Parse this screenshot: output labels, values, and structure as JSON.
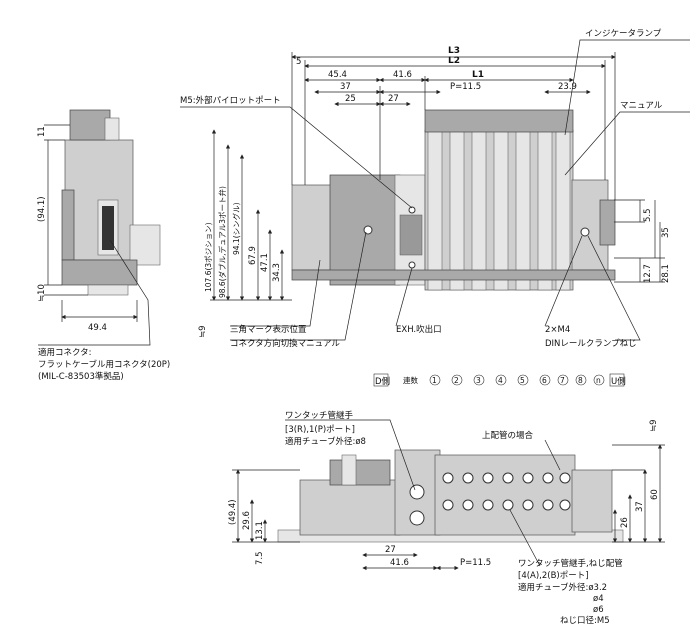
{
  "side_view": {
    "dims": {
      "height_total": "(94.1)",
      "top": "11",
      "bottom": "≒10",
      "width": "49.4"
    },
    "connector_label_1": "適用コネクタ:",
    "connector_label_2": "フラットケーブル用コネクタ(20P)",
    "connector_label_3": "(MIL-C-83503準拠品)"
  },
  "front_view": {
    "dims": {
      "L3": "L3",
      "L2": "L2",
      "L1": "L1",
      "d5": "5",
      "d45_4": "45.4",
      "d37": "37",
      "d41_6": "41.6",
      "d25": "25",
      "d27": "27",
      "pitch": "P=11.5",
      "d23_9": "23.9",
      "v107_6": "107.6(3ポジション)",
      "v98_6": "98.6(ダブル,デュアル3ポート弁)",
      "v94_1": "94.1(シングル)",
      "v67_9": "67.9",
      "v47_1": "47.1",
      "v34_3": "34.3",
      "v9": "≒9",
      "r5_5": "5.5",
      "r35": "35",
      "r12_7": "12.7",
      "r28_1": "28.1"
    },
    "labels": {
      "indicator_lamp": "インジケータランプ",
      "manual": "マニュアル",
      "m5_pilot": "M5:外部パイロットポート",
      "triangle_mark": "三角マーク表示位置",
      "connector_manual": "コネクタ方向切換マニュアル",
      "exh_port": "EXH.吹出口",
      "m4": "2×M4",
      "din_screw": "DINレールクランプねじ"
    },
    "station_row": {
      "d_side": "D側",
      "u_side": "U側",
      "first": "連数",
      "stations": [
        "1",
        "2",
        "3",
        "4",
        "5",
        "6",
        "7",
        "8",
        "n"
      ]
    }
  },
  "bottom_view": {
    "dims": {
      "d49_4": "(49.4)",
      "d29_6": "29.6",
      "d13_1": "13.1",
      "d7_5": "7.5",
      "d27": "27",
      "d41_6": "41.6",
      "pitch": "P=11.5",
      "d9": "≒9",
      "d60": "60",
      "d37": "37",
      "d26": "26"
    },
    "labels": {
      "onetouch_1": "ワンタッチ管継手",
      "ports_1": "[3(R),1(P)ポート]",
      "tube_1": "適用チューブ外径:ø8",
      "upper_piping": "上配管の場合",
      "onetouch_2": "ワンタッチ管継手,ねじ配管",
      "ports_2": "[4(A),2(B)ポート]",
      "tube_2": "適用チューブ外径:ø3.2",
      "tube_3": "ø4",
      "tube_4": "ø6",
      "screw": "ねじ口径:M5"
    }
  }
}
